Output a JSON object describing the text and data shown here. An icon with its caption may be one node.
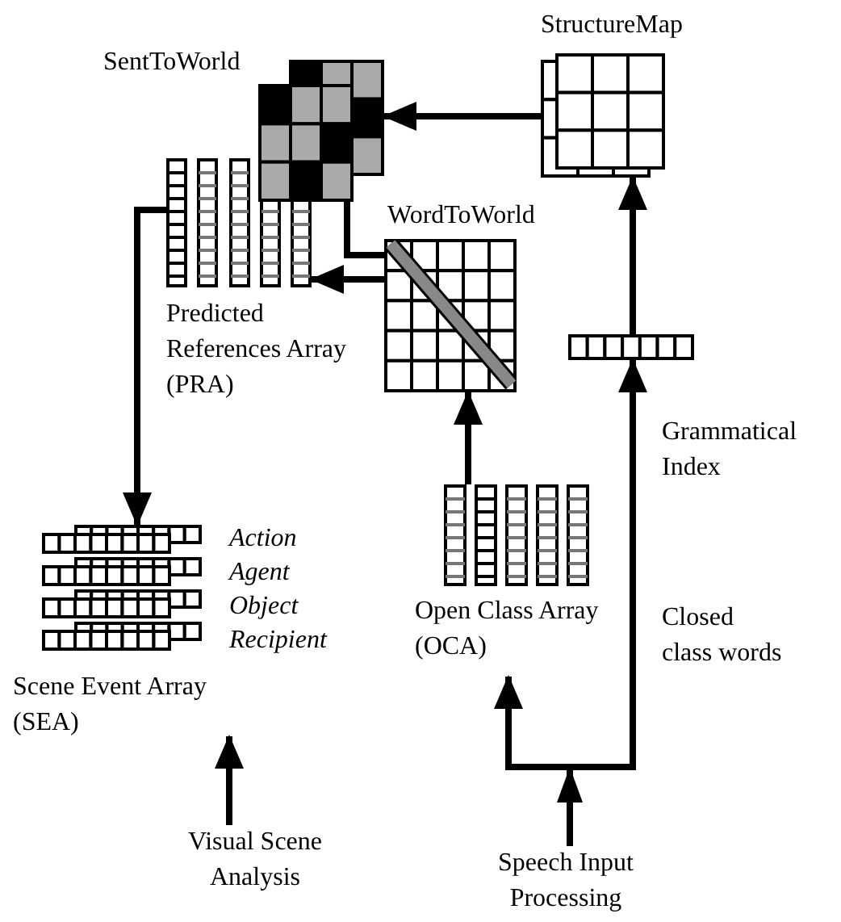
{
  "diagram": {
    "nodes": [
      {
        "text": [
          "SentToWorld"
        ]
      },
      {
        "text": [
          "StructureMap"
        ]
      },
      {
        "text": [
          "Predicted References Array (PRA)"
        ]
      },
      {
        "text": [
          "WordToWorld"
        ]
      },
      {
        "text": [
          "Grammatical Index"
        ]
      },
      {
        "text": [
          "Open Class Array (OCA)"
        ]
      },
      {
        "text": [
          "Scene Event Array (SEA)"
        ],
        "beside": [
          "Action",
          "Agent",
          "Object",
          "Recipient"
        ]
      },
      {
        "text": [
          "Visual Scene Analysis"
        ]
      },
      {
        "text": [
          "Speech Input Processing"
        ]
      }
    ],
    "edges": [
      {
        "from": 8,
        "to": 5,
        "arrow": "to"
      },
      {
        "from": 8,
        "to": 4,
        "arrow": "to",
        "label": "Closed class words"
      },
      {
        "from": 4,
        "to": 1,
        "arrow": "to"
      },
      {
        "from": 5,
        "to": 3,
        "arrow": "to"
      },
      {
        "from": 1,
        "to": 0,
        "arrow": "to"
      },
      {
        "from": 3,
        "to": 2,
        "arrow": "to"
      },
      {
        "from": 0,
        "to": 3,
        "arrow": "none"
      },
      {
        "from": 2,
        "to": 6,
        "arrow": "to"
      },
      {
        "from": 7,
        "to": 6,
        "arrow": "to"
      }
    ]
  }
}
